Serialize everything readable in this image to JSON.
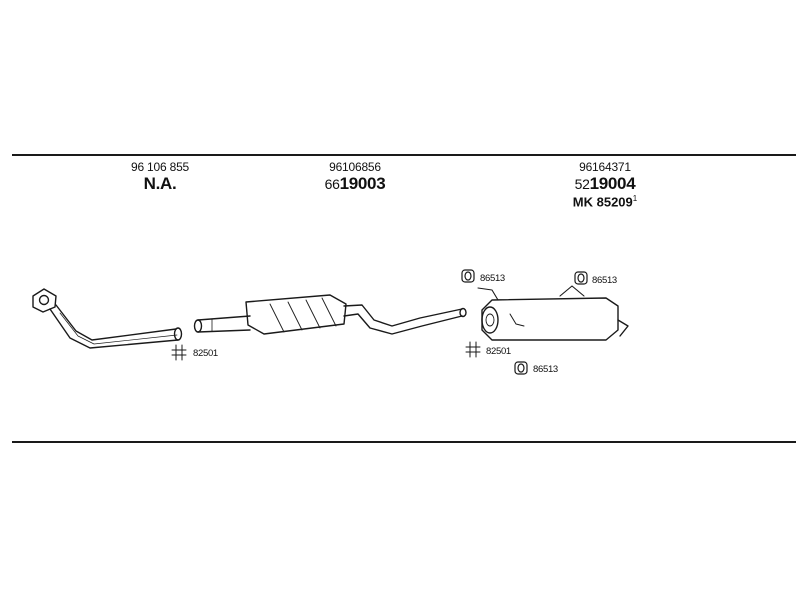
{
  "columns": [
    {
      "oe_number": "96 106 855",
      "prefix": "",
      "part_number": "N.A."
    },
    {
      "oe_number": "96106856",
      "prefix": "66",
      "part_number": "19003"
    },
    {
      "oe_number": "96164371",
      "prefix": "52",
      "part_number": "19004",
      "kit_prefix": "MK",
      "kit_number": "85209",
      "kit_superscript": "1"
    }
  ],
  "part_labels": {
    "clamp_front": "82501",
    "clamp_rear": "82501",
    "mount_top_left": "86513",
    "mount_top_right": "86513",
    "mount_bottom": "86513"
  },
  "colors": {
    "line": "#1a1a1a",
    "background": "#ffffff"
  }
}
